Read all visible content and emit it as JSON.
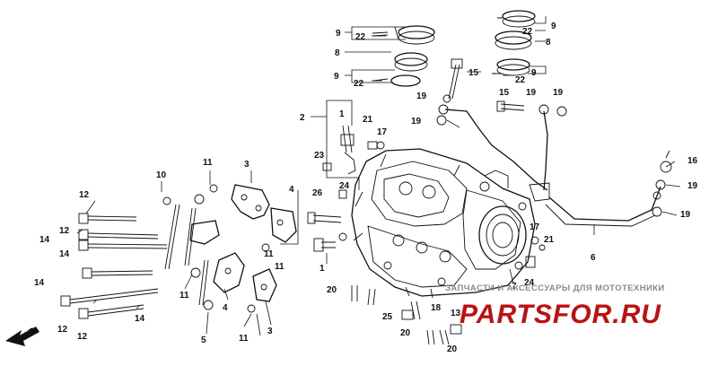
{
  "watermark": {
    "caption": "ЗАПЧАСТИ И АКСЕССУАРЫ ДЛЯ МОТОТЕХНИКИ",
    "logo": "PARTSFOR.RU",
    "logo_color": "#bf0f0f"
  },
  "fwd_label": "FWD",
  "callouts": {
    "c1": "1",
    "c1b": "1",
    "c2": "2",
    "c3": "3",
    "c3b": "3",
    "c4": "4",
    "c4b": "4",
    "c5": "5",
    "c6": "6",
    "c7": "7",
    "c8a": "8",
    "c8b": "8",
    "c9a": "9",
    "c9b": "9",
    "c9c": "9",
    "c9d": "9",
    "c10": "10",
    "c11a": "11",
    "c11b": "11",
    "c11c": "11",
    "c11d": "11",
    "c11e": "11",
    "c12a": "12",
    "c12b": "12",
    "c12c": "12",
    "c12d": "12",
    "c13": "13",
    "c14a": "14",
    "c14b": "14",
    "c14c": "14",
    "c14d": "14",
    "c15": "15",
    "c15b": "15",
    "c16": "16",
    "c17": "17",
    "c17b": "17",
    "c18": "18",
    "c19a": "19",
    "c19b": "19",
    "c19c": "19",
    "c19d": "19",
    "c19e": "19",
    "c19f": "19",
    "c20a": "20",
    "c20b": "20",
    "c20c": "20",
    "c21": "21",
    "c21b": "21",
    "c22a": "22",
    "c22b": "22",
    "c22c": "22",
    "c23": "23",
    "c24": "24",
    "c24b": "24",
    "c25": "25",
    "c26": "26"
  }
}
